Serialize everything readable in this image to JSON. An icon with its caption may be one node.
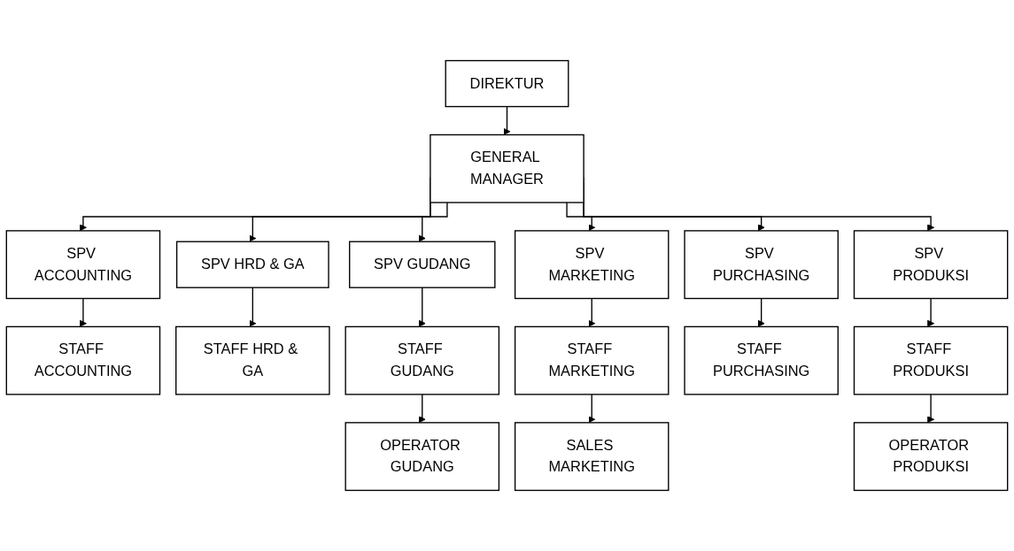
{
  "diagram": {
    "nodes": [
      {
        "text": [
          "DIREKTUR"
        ]
      },
      {
        "text": [
          "GENERAL MANAGER"
        ]
      },
      {
        "text": [
          "SPV ACCOUNTING"
        ]
      },
      {
        "text": [
          "SPV HRD & GA"
        ]
      },
      {
        "text": [
          "SPV GUDANG"
        ]
      },
      {
        "text": [
          "SPV MARKETING"
        ]
      },
      {
        "text": [
          "SPV PURCHASING"
        ]
      },
      {
        "text": [
          "SPV PRODUKSI"
        ]
      },
      {
        "text": [
          "STAFF ACCOUNTING"
        ]
      },
      {
        "text": [
          "STAFF HRD & GA"
        ]
      },
      {
        "text": [
          "STAFF GUDANG"
        ]
      },
      {
        "text": [
          "STAFF MARKETING"
        ]
      },
      {
        "text": [
          "STAFF PURCHASING"
        ]
      },
      {
        "text": [
          "STAFF PRODUKSI"
        ]
      },
      {
        "text": [
          "OPERATOR GUDANG"
        ]
      },
      {
        "text": [
          "SALES MARKETING"
        ]
      },
      {
        "text": [
          "OPERATOR PRODUKSI"
        ]
      }
    ],
    "edges": [
      {
        "from": 0,
        "to": 1,
        "arrow": "to"
      },
      {
        "from": 1,
        "to": 2,
        "arrow": "to"
      },
      {
        "from": 1,
        "to": 3,
        "arrow": "to"
      },
      {
        "from": 1,
        "to": 4,
        "arrow": "to"
      },
      {
        "from": 1,
        "to": 5,
        "arrow": "to"
      },
      {
        "from": 1,
        "to": 6,
        "arrow": "to"
      },
      {
        "from": 1,
        "to": 7,
        "arrow": "to"
      },
      {
        "from": 2,
        "to": 8,
        "arrow": "to"
      },
      {
        "from": 3,
        "to": 9,
        "arrow": "to"
      },
      {
        "from": 4,
        "to": 10,
        "arrow": "to"
      },
      {
        "from": 5,
        "to": 11,
        "arrow": "to"
      },
      {
        "from": 6,
        "to": 12,
        "arrow": "to"
      },
      {
        "from": 7,
        "to": 13,
        "arrow": "to"
      },
      {
        "from": 10,
        "to": 14,
        "arrow": "to"
      },
      {
        "from": 11,
        "to": 15,
        "arrow": "to"
      },
      {
        "from": 13,
        "to": 16,
        "arrow": "to"
      }
    ]
  }
}
